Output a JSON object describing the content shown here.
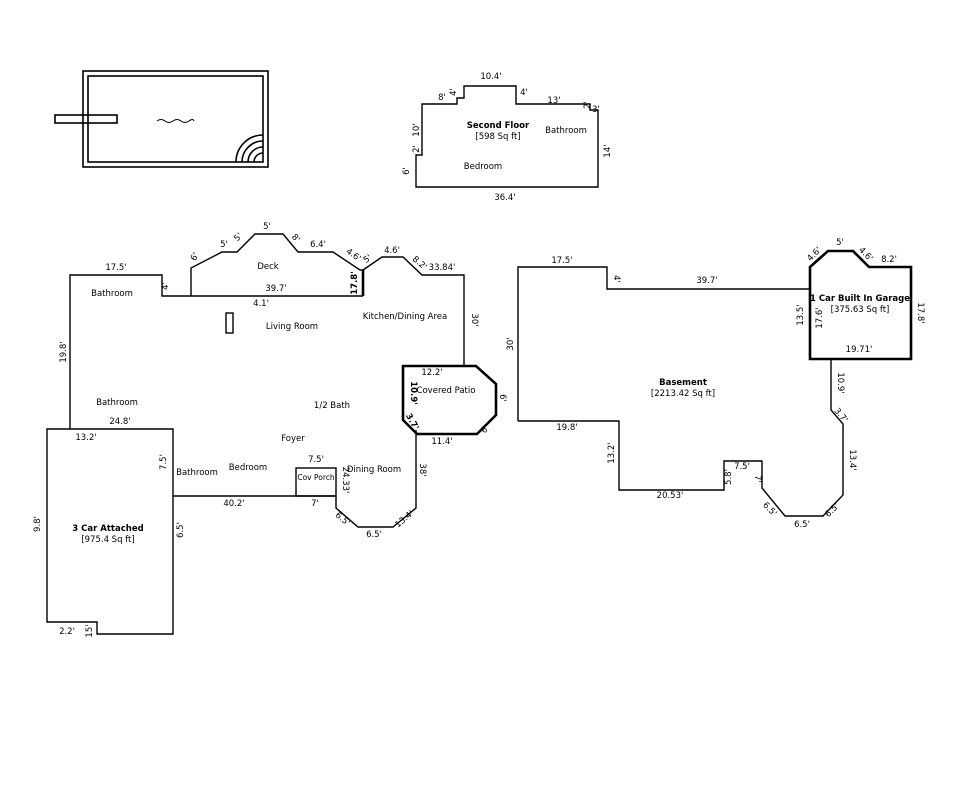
{
  "second_floor": {
    "title": "Second Floor",
    "area": "[598 Sq ft]",
    "rooms": [
      "Bathroom",
      "Bedroom"
    ],
    "dims": [
      "10.4'",
      "8'",
      "4'",
      "4'",
      "13'",
      "2'",
      "3'",
      "10'",
      "2'",
      "6'",
      "14'",
      "36.4'"
    ]
  },
  "main_floor": {
    "rooms": [
      "Bathroom",
      "Deck",
      "Living Room",
      "Kitchen/Dining Area",
      "Bathroom",
      "1/2 Bath",
      "Foyer",
      "Bedroom",
      "Bathroom",
      "Cov Porch",
      "Dining Room"
    ],
    "dims": [
      "17.5'",
      "4'",
      "6'",
      "5'",
      "5'",
      "5'",
      "8'",
      "6.4'",
      "4.6'",
      "5'",
      "4.6'",
      "8.2'",
      "33.84'",
      "39.7'",
      "4.1'",
      "17.8'",
      "30'",
      "19.8'",
      "24.8'",
      "13.2'",
      "7.5'",
      "7.5'",
      "7'",
      "24.33'",
      "40.2'",
      "6.5'",
      "6.5'",
      "6.5'",
      "13.4'",
      "38'",
      "9.8'",
      "2.2'",
      "15'"
    ]
  },
  "covered_patio": {
    "label": "Covered Patio",
    "dims": [
      "12.2'",
      "10.9'",
      "3.7'",
      "11.4'",
      "6'",
      "6'"
    ]
  },
  "garage_attached": {
    "title": "3 Car Attached",
    "area": "[975.4 Sq ft]"
  },
  "basement": {
    "title": "Basement",
    "area": "[2213.42 Sq ft]",
    "dims": [
      "17.5'",
      "4'",
      "39.7'",
      "30'",
      "19.8'",
      "13.2'",
      "20.53'",
      "5.8'",
      "7.5'",
      "7'",
      "6.5'",
      "6.5'",
      "6.5'",
      "13.4'",
      "3.7'",
      "10.9'"
    ]
  },
  "garage_builtin": {
    "title": "1 Car Built In Garage",
    "area": "[375.63 Sq ft]",
    "dims": [
      "4.6'",
      "5'",
      "4.6'",
      "8.2'",
      "17.6'",
      "13.5'",
      "17.8'",
      "19.71'"
    ]
  },
  "pool": {
    "water_symbol": "∽∽∽"
  }
}
